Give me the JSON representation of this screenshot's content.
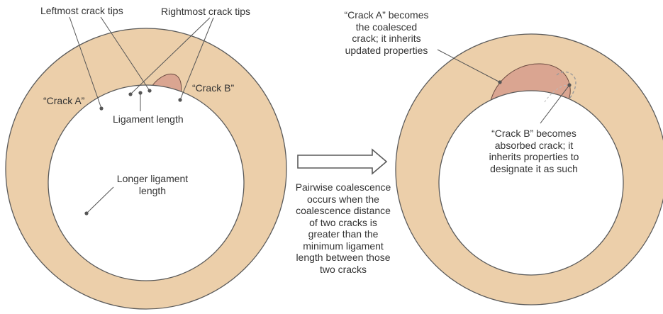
{
  "colors": {
    "ring_fill": "#eccfaa",
    "ring_stroke": "#5a5a5a",
    "bore_fill": "#ffffff",
    "crack_fill": "#daa591",
    "crack_stroke": "#6b4a40",
    "leader_line": "#555555",
    "text": "#333333",
    "absorbed_outline": "#999999"
  },
  "left_panel": {
    "leftmost_tips": "Leftmost crack tips",
    "rightmost_tips": "Rightmost crack tips",
    "crack_a": "“Crack A”",
    "crack_b": "“Crack B”",
    "ligament": "Ligament length",
    "longer_ligament": [
      "Longer ligament",
      "length"
    ]
  },
  "middle": {
    "description": [
      "Pairwise coalescence",
      "occurs when the",
      "coalescence distance",
      "of two cracks is",
      "greater than the",
      "minimum ligament",
      "length between those",
      "two cracks"
    ]
  },
  "right_panel": {
    "crack_a_becomes": [
      "“Crack A” becomes",
      "the coalesced",
      "crack; it inherits",
      "updated properties"
    ],
    "crack_b_becomes": [
      "“Crack B” becomes",
      "absorbed crack; it",
      "inherits properties to",
      "designate it as such"
    ]
  }
}
